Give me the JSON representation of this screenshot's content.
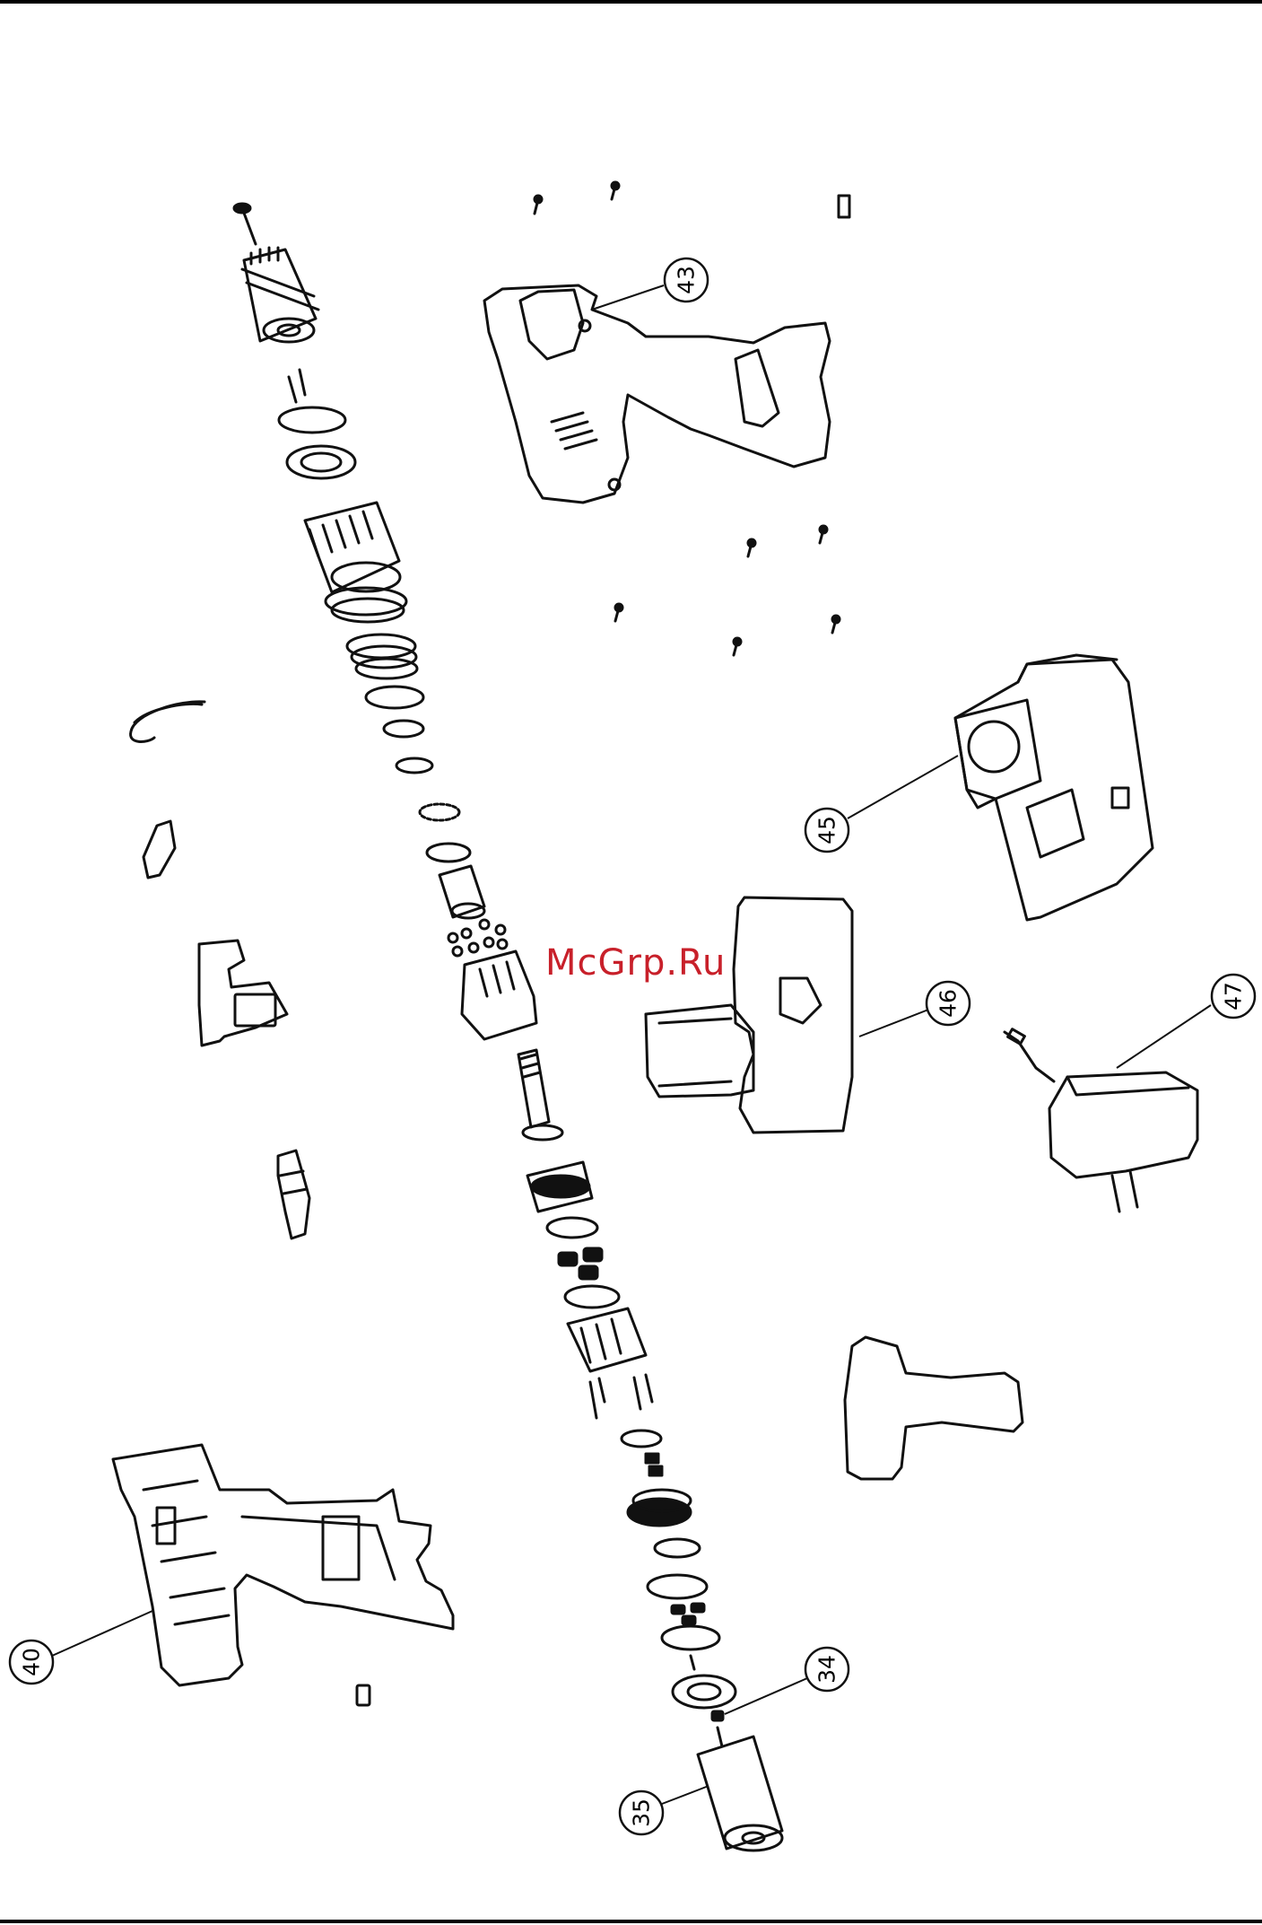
{
  "callouts": [
    {
      "id": "callout-40",
      "label": "40"
    },
    {
      "id": "callout-43",
      "label": "43"
    },
    {
      "id": "callout-45",
      "label": "45"
    },
    {
      "id": "callout-46",
      "label": "46"
    },
    {
      "id": "callout-47",
      "label": "47"
    },
    {
      "id": "callout-34",
      "label": "34"
    },
    {
      "id": "callout-35",
      "label": "35"
    }
  ],
  "watermark": "McGrp.Ru",
  "colors": {
    "ink": "#111111",
    "watermark": "#c8202a"
  }
}
